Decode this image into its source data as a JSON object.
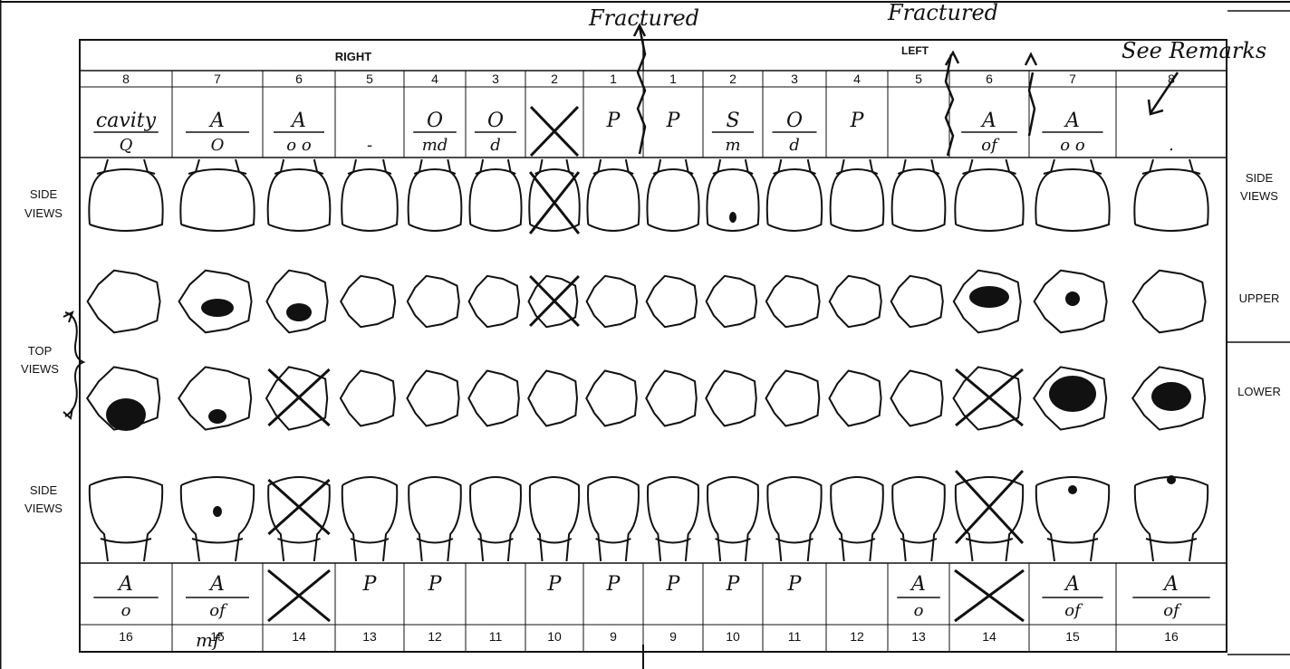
{
  "handwritten_top": {
    "fractured_1": "Fractured",
    "fractured_2": "Fractured",
    "see_remarks": "See Remarks"
  },
  "chart": {
    "right_header": "RIGHT",
    "left_header": "LEFT",
    "upper_numbers_right": [
      "8",
      "7",
      "6",
      "5",
      "4",
      "3",
      "2",
      "1"
    ],
    "upper_numbers_left": [
      "1",
      "2",
      "3",
      "4",
      "5",
      "6",
      "7",
      "8"
    ],
    "lower_numbers_right": [
      "16",
      "15",
      "14",
      "13",
      "12",
      "11",
      "10",
      "9"
    ],
    "lower_numbers_left": [
      "9",
      "10",
      "11",
      "12",
      "13",
      "14",
      "15",
      "16"
    ],
    "row_labels": {
      "side_views_top": [
        "SIDE",
        "VIEWS"
      ],
      "side_views_top_right": [
        "SIDE",
        "VIEWS"
      ],
      "top_views": [
        "TOP",
        "VIEWS"
      ],
      "upper": "UPPER",
      "lower": "LOWER",
      "side_views_bottom": [
        "SIDE",
        "VIEWS"
      ]
    },
    "upper_annotations": [
      {
        "top": "cavity",
        "bottom": "Q"
      },
      {
        "top": "A",
        "bottom": "O"
      },
      {
        "top": "A",
        "bottom": "o o"
      },
      {
        "top": "",
        "bottom": "-"
      },
      {
        "top": "O",
        "bottom": "md"
      },
      {
        "top": "O",
        "bottom": "d"
      },
      {
        "top": "X",
        "bottom": ""
      },
      {
        "top": "P",
        "bottom": ""
      },
      {
        "top": "P",
        "bottom": ""
      },
      {
        "top": "S",
        "bottom": "m"
      },
      {
        "top": "O",
        "bottom": "d"
      },
      {
        "top": "P",
        "bottom": ""
      },
      {
        "top": "",
        "bottom": ""
      },
      {
        "top": "A",
        "bottom": "of"
      },
      {
        "top": "A",
        "bottom": "o o"
      },
      {
        "top": "",
        "bottom": "."
      }
    ],
    "lower_annotations": [
      {
        "top": "A",
        "bottom": "o"
      },
      {
        "top": "A",
        "bottom": "of"
      },
      {
        "top": "X",
        "bottom": ""
      },
      {
        "top": "P",
        "bottom": ""
      },
      {
        "top": "P",
        "bottom": ""
      },
      {
        "top": "",
        "bottom": ""
      },
      {
        "top": "P",
        "bottom": ""
      },
      {
        "top": "P",
        "bottom": ""
      },
      {
        "top": "P",
        "bottom": ""
      },
      {
        "top": "P",
        "bottom": ""
      },
      {
        "top": "P",
        "bottom": ""
      },
      {
        "top": "",
        "bottom": ""
      },
      {
        "top": "A",
        "bottom": "o"
      },
      {
        "top": "X",
        "bottom": ""
      },
      {
        "top": "A",
        "bottom": "of"
      },
      {
        "top": "A",
        "bottom": "of"
      }
    ],
    "handwritten_lower_extra": "mf"
  }
}
